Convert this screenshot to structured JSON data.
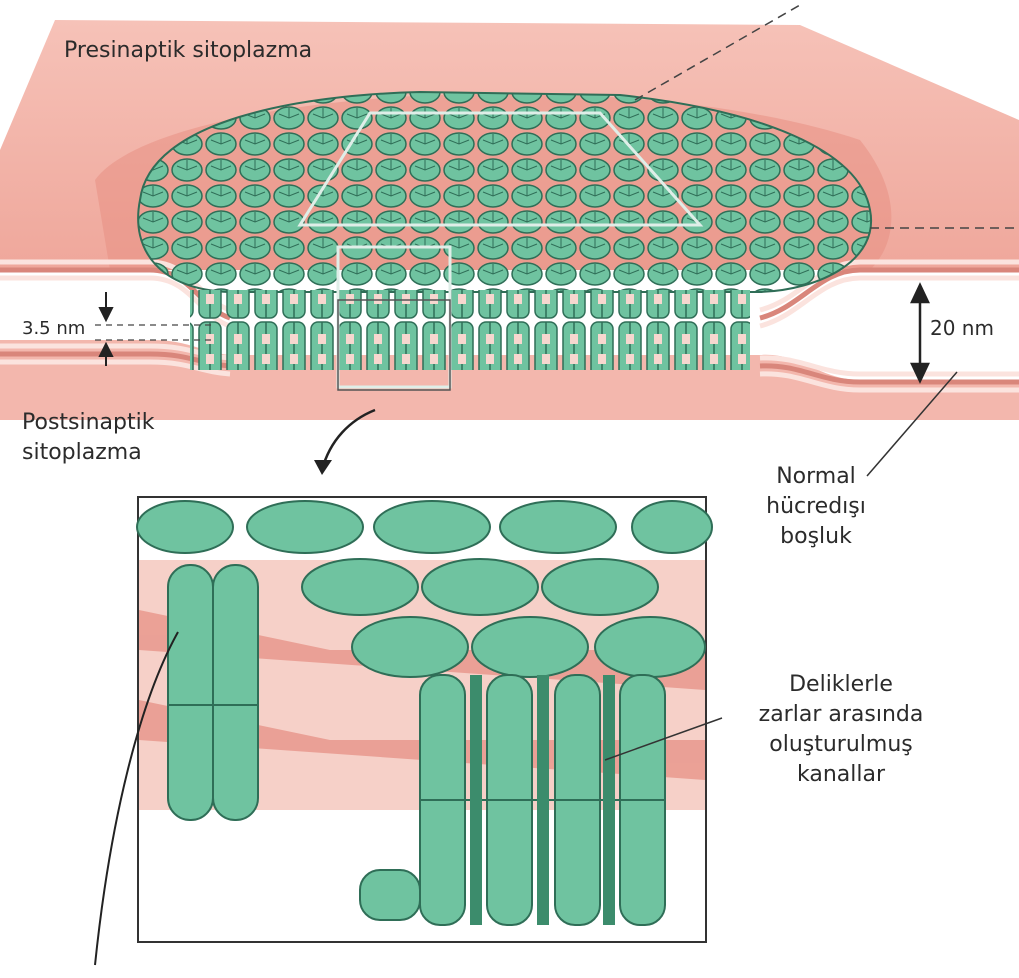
{
  "labels": {
    "presynaptic": "Presinaptik sitoplazma",
    "postsynaptic": [
      "Postsinaptik",
      "sitoplazma"
    ],
    "gap_small": "3.5 nm",
    "gap_large": "20 nm",
    "normal_space": [
      "Normal",
      "hücredışı",
      "boşluk"
    ],
    "channels": [
      "Deliklerle",
      "zarlar arasında",
      "oluşturulmuş",
      "kanallar"
    ]
  },
  "colors": {
    "cytoplasm": "#f1b3a9",
    "membrane_light": "#fbe3de",
    "membrane_dark": "#d9867b",
    "connexon_fill": "#6fc3a0",
    "connexon_dark": "#2f6e57",
    "line": "#333333"
  }
}
